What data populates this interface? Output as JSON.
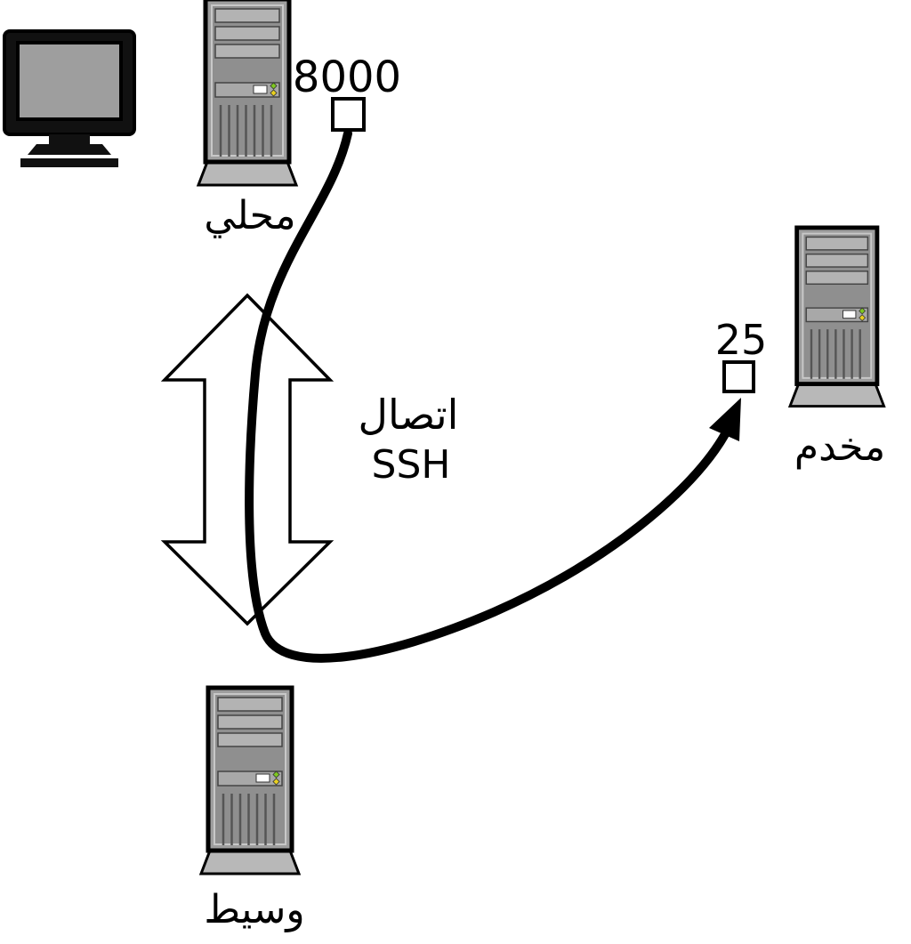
{
  "diagram": {
    "title_semantic": "SSH tunnel port forwarding diagram",
    "nodes": {
      "local_label": "محلي",
      "server_label": "مخدم",
      "proxy_label": "وسيط"
    },
    "ports": {
      "local_port": "8000",
      "server_port": "25"
    },
    "connection": {
      "label_line1": "اتصال",
      "label_line2": "SSH"
    },
    "colors": {
      "tower_body": "#9e9e9e",
      "tower_base": "#b8b8b8",
      "screen": "#9e9e9e",
      "led_green": "#7ec820",
      "led_yellow": "#e8d020",
      "line": "#000000",
      "background": "#ffffff"
    }
  }
}
